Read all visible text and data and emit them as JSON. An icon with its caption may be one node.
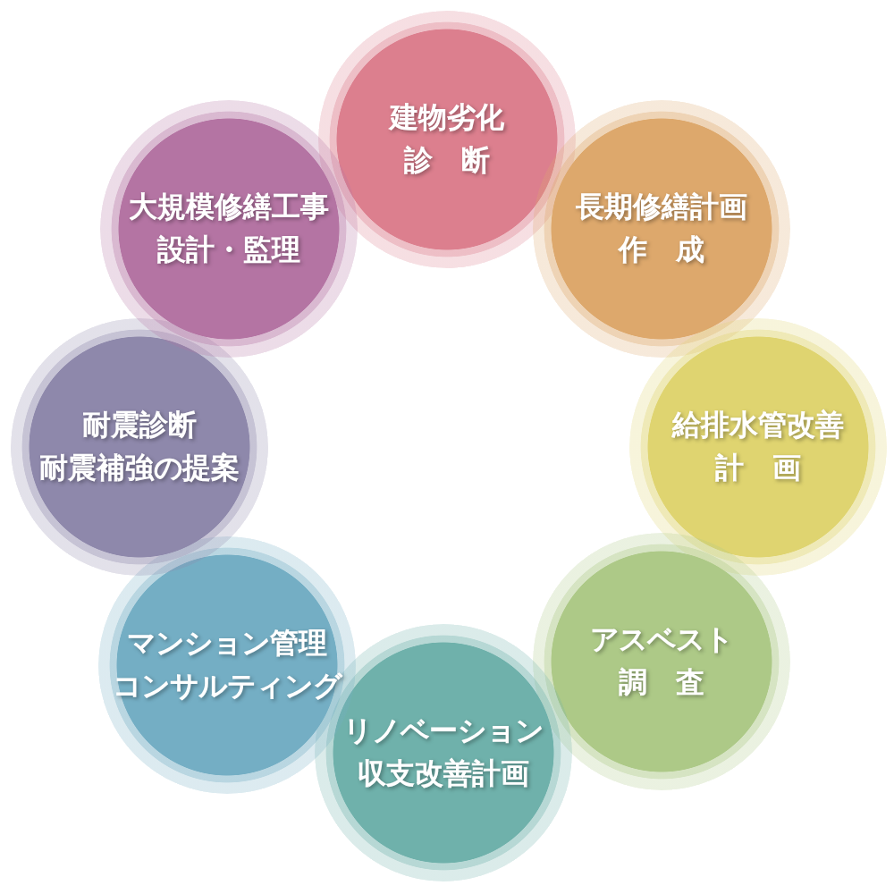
{
  "diagram": {
    "nodes": [
      {
        "text": [
          "建物劣化診　断"
        ]
      },
      {
        "text": [
          "長期修繕計画作　成"
        ]
      },
      {
        "text": [
          "給排水管改善計　画"
        ]
      },
      {
        "text": [
          "アスベスト調　査"
        ]
      },
      {
        "text": [
          "リノベーション収支改善計画"
        ]
      },
      {
        "text": [
          "マンション管理コンサルティング"
        ]
      },
      {
        "text": [
          "耐震診断耐震補強の提案"
        ]
      },
      {
        "text": [
          "大規模修繕工事設計・監理"
        ]
      }
    ]
  }
}
